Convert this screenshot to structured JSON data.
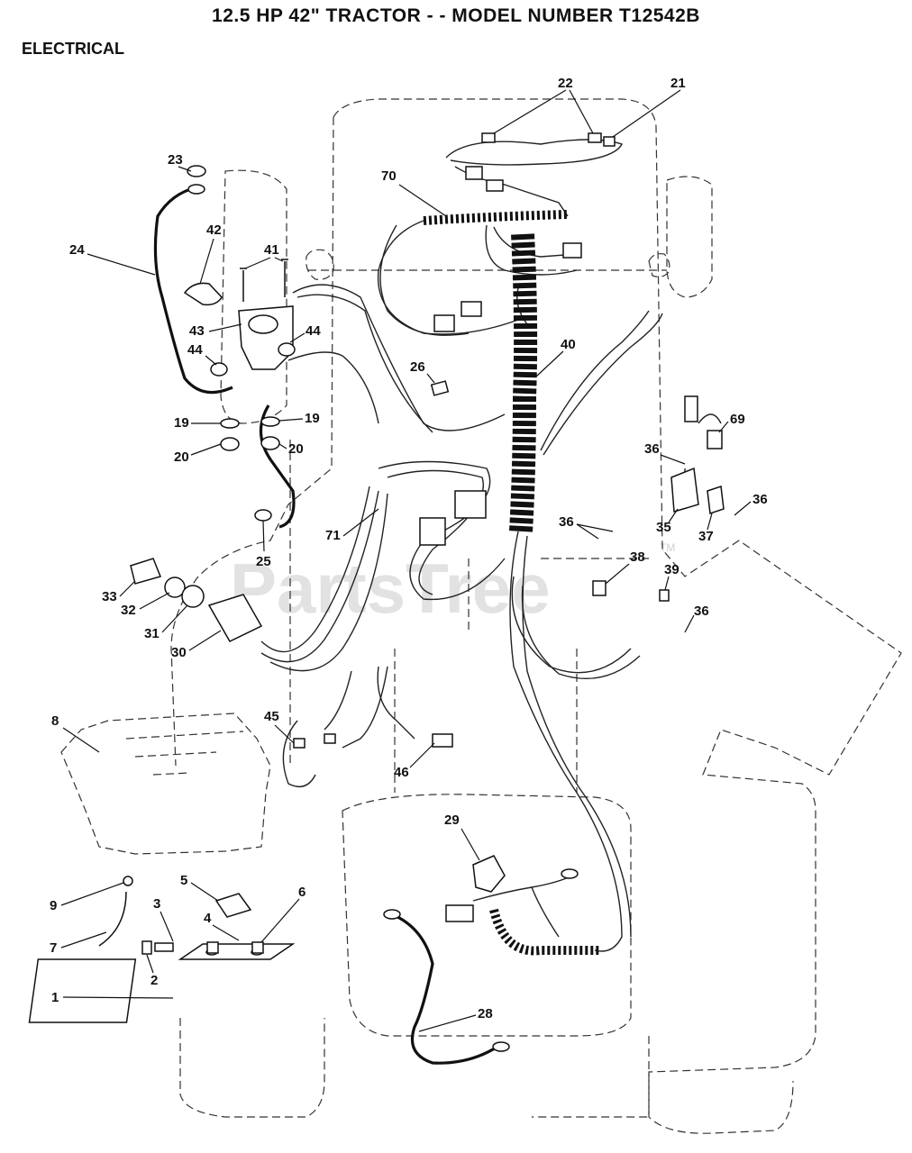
{
  "header": {
    "title": "12.5 HP 42\" TRACTOR - - MODEL NUMBER T12542B",
    "section": "ELECTRICAL"
  },
  "watermark": {
    "text": "PartsTree",
    "trademark": "TM"
  },
  "callouts": [
    {
      "id": "c22",
      "label": "22"
    },
    {
      "id": "c21",
      "label": "21"
    },
    {
      "id": "c23",
      "label": "23"
    },
    {
      "id": "c70",
      "label": "70"
    },
    {
      "id": "c42",
      "label": "42"
    },
    {
      "id": "c24",
      "label": "24"
    },
    {
      "id": "c41",
      "label": "41"
    },
    {
      "id": "c43",
      "label": "43"
    },
    {
      "id": "c44a",
      "label": "44"
    },
    {
      "id": "c44b",
      "label": "44"
    },
    {
      "id": "c40",
      "label": "40"
    },
    {
      "id": "c26",
      "label": "26"
    },
    {
      "id": "c19a",
      "label": "19"
    },
    {
      "id": "c19b",
      "label": "19"
    },
    {
      "id": "c20a",
      "label": "20"
    },
    {
      "id": "c20b",
      "label": "20"
    },
    {
      "id": "c69",
      "label": "69"
    },
    {
      "id": "c36a",
      "label": "36"
    },
    {
      "id": "c36b",
      "label": "36"
    },
    {
      "id": "c35",
      "label": "35"
    },
    {
      "id": "c37",
      "label": "37"
    },
    {
      "id": "c36c",
      "label": "36"
    },
    {
      "id": "c71",
      "label": "71"
    },
    {
      "id": "c25",
      "label": "25"
    },
    {
      "id": "c38",
      "label": "38"
    },
    {
      "id": "c39",
      "label": "39"
    },
    {
      "id": "c36d",
      "label": "36"
    },
    {
      "id": "c33",
      "label": "33"
    },
    {
      "id": "c32",
      "label": "32"
    },
    {
      "id": "c31",
      "label": "31"
    },
    {
      "id": "c30",
      "label": "30"
    },
    {
      "id": "c8",
      "label": "8"
    },
    {
      "id": "c45",
      "label": "45"
    },
    {
      "id": "c46",
      "label": "46"
    },
    {
      "id": "c29",
      "label": "29"
    },
    {
      "id": "c5",
      "label": "5"
    },
    {
      "id": "c9",
      "label": "9"
    },
    {
      "id": "c3",
      "label": "3"
    },
    {
      "id": "c6",
      "label": "6"
    },
    {
      "id": "c4",
      "label": "4"
    },
    {
      "id": "c7",
      "label": "7"
    },
    {
      "id": "c2",
      "label": "2"
    },
    {
      "id": "c1",
      "label": "1"
    },
    {
      "id": "c28",
      "label": "28"
    }
  ]
}
